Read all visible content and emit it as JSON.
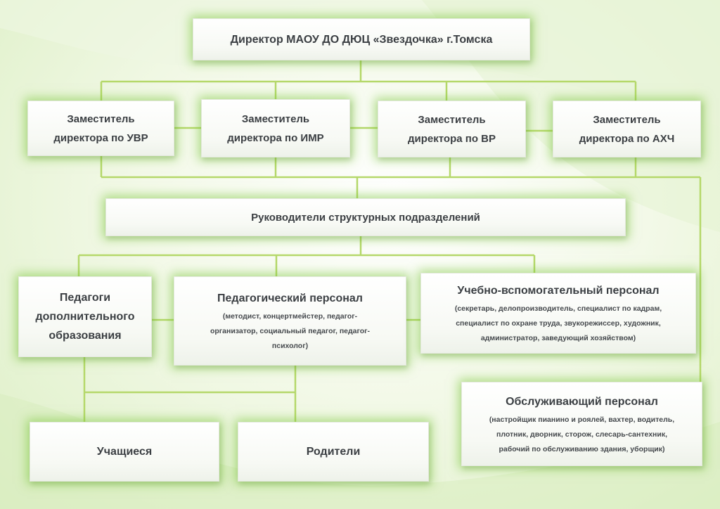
{
  "director": {
    "title": "Директор МАОУ ДО ДЮЦ «Звездочка» г.Томска"
  },
  "deputies": [
    {
      "line1": "Заместитель",
      "line2": "директора по УВР"
    },
    {
      "line1": "Заместитель",
      "line2": "директора по ИМР"
    },
    {
      "line1": "Заместитель",
      "line2": "директора по ВР"
    },
    {
      "line1": "Заместитель",
      "line2": "директора по АХЧ"
    }
  ],
  "heads": {
    "title": "Руководители  структурных  подразделений"
  },
  "teachers": {
    "line1": "Педагоги",
    "line2": "дополнительного",
    "line3": "образования"
  },
  "ped_staff": {
    "title": "Педагогический персонал",
    "line1": "(методист, концертмейстер, педагог-",
    "line2": "организатор, социальный педагог, педагог-",
    "line3": "психолог)"
  },
  "aux_staff": {
    "title": "Учебно-вспомогательный персонал",
    "line1": "(секретарь, делопроизводитель, специалист по кадрам,",
    "line2": "специалист по охране труда, звукорежиссер, художник,",
    "line3": "администратор, заведующий хозяйством)"
  },
  "service_staff": {
    "title": "Обслуживающий персонал",
    "line1": "(настройщик пианино и роялей, вахтер, водитель,",
    "line2": "плотник, дворник, сторож, слесарь-сантехник,",
    "line3": "рабочий по обслуживанию здания, уборщик)"
  },
  "students": {
    "title": "Учащиеся"
  },
  "parents": {
    "title": "Родители"
  },
  "colors": {
    "connector": "#b5d86a",
    "glow": "#76c434",
    "text": "#3b3f43"
  }
}
